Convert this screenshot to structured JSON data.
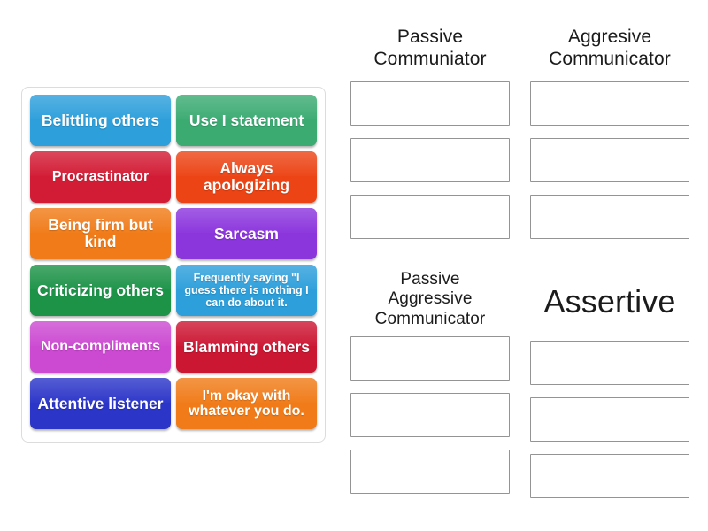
{
  "activity": {
    "type": "drag-and-drop-sorting",
    "tile_panel": {
      "name": "draggable-items-panel",
      "tiles": [
        {
          "label": "Belittling others",
          "color": "#2d9fdb",
          "size": "lg"
        },
        {
          "label": "Use I statement",
          "color": "#3bab72",
          "size": "lg"
        },
        {
          "label": "Procrastinator",
          "color": "#d21b34",
          "size": "md"
        },
        {
          "label": "Always apologizing",
          "color": "#ec4415",
          "size": "lg"
        },
        {
          "label": "Being firm but kind",
          "color": "#f07b18",
          "size": "lg"
        },
        {
          "label": "Sarcasm",
          "color": "#8b35dd",
          "size": "lg"
        },
        {
          "label": "Criticizing others",
          "color": "#1d9348",
          "size": "lg"
        },
        {
          "label": "Frequently saying \"I guess there is nothing I can do about it.",
          "color": "#2d9fdb",
          "size": "sm"
        },
        {
          "label": "Non-compliments",
          "color": "#cc4ad2",
          "size": "md"
        },
        {
          "label": "Blamming others",
          "color": "#cc1733",
          "size": "lg"
        },
        {
          "label": "Attentive listener",
          "color": "#2b35c8",
          "size": "lg"
        },
        {
          "label": "I'm okay with whatever you do.",
          "color": "#f07b18",
          "size": "md"
        }
      ]
    },
    "categories": [
      {
        "id": "passive",
        "title": "Passive\nCommuniator",
        "title_size": "normal",
        "slots": 3
      },
      {
        "id": "aggressive",
        "title": "Aggresive\nCommunicator",
        "title_size": "normal",
        "slots": 3
      },
      {
        "id": "passive-aggressive",
        "title": "Passive\nAggressive\nCommunicator",
        "title_size": "small",
        "slots": 3
      },
      {
        "id": "assertive",
        "title": "Assertive",
        "title_size": "big",
        "slots": 3
      }
    ]
  },
  "colors": {
    "background": "#ffffff",
    "panel_border": "#dcdcdc",
    "slot_border": "#949494",
    "title_text": "#1b1b1b",
    "tile_text": "#ffffff"
  }
}
